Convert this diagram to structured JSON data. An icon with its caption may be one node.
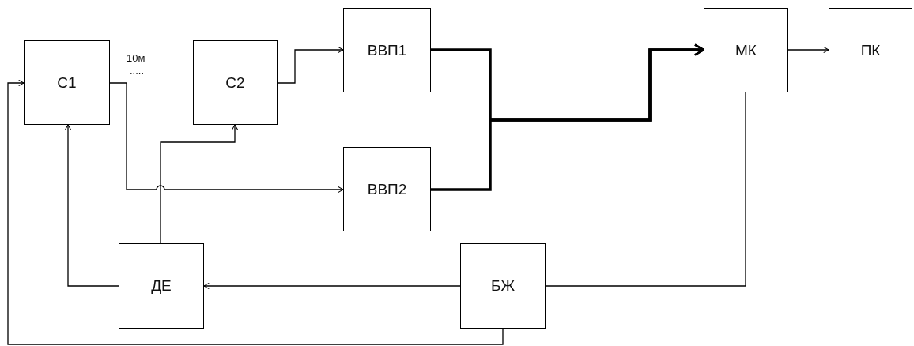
{
  "diagram": {
    "nodes": [
      {
        "text": [
          "С1"
        ]
      },
      {
        "text": [
          "С2"
        ]
      },
      {
        "text": [
          "ВВП1"
        ]
      },
      {
        "text": [
          "ВВП2"
        ]
      },
      {
        "text": [
          "МК"
        ]
      },
      {
        "text": [
          "ПК"
        ]
      },
      {
        "text": [
          "ДЕ"
        ]
      },
      {
        "text": [
          "БЖ"
        ]
      }
    ],
    "edges": [
      {
        "from": 0,
        "to": 3,
        "arrow": "to"
      },
      {
        "from": 1,
        "to": 2,
        "arrow": "to"
      },
      {
        "from": 2,
        "to": 4,
        "arrow": "to",
        "style": "thick"
      },
      {
        "from": 3,
        "to": 4,
        "arrow": "to",
        "style": "thick"
      },
      {
        "from": 4,
        "to": 5,
        "arrow": "to"
      },
      {
        "from": 6,
        "to": 0,
        "arrow": "to"
      },
      {
        "from": 6,
        "to": 1,
        "arrow": "to"
      },
      {
        "from": 7,
        "to": 6,
        "arrow": "to"
      },
      {
        "from": 7,
        "to": 4,
        "arrow": "none"
      },
      {
        "from": 7,
        "to": 0,
        "arrow": "to"
      }
    ],
    "labels": [
      "10м",
      "....."
    ]
  }
}
